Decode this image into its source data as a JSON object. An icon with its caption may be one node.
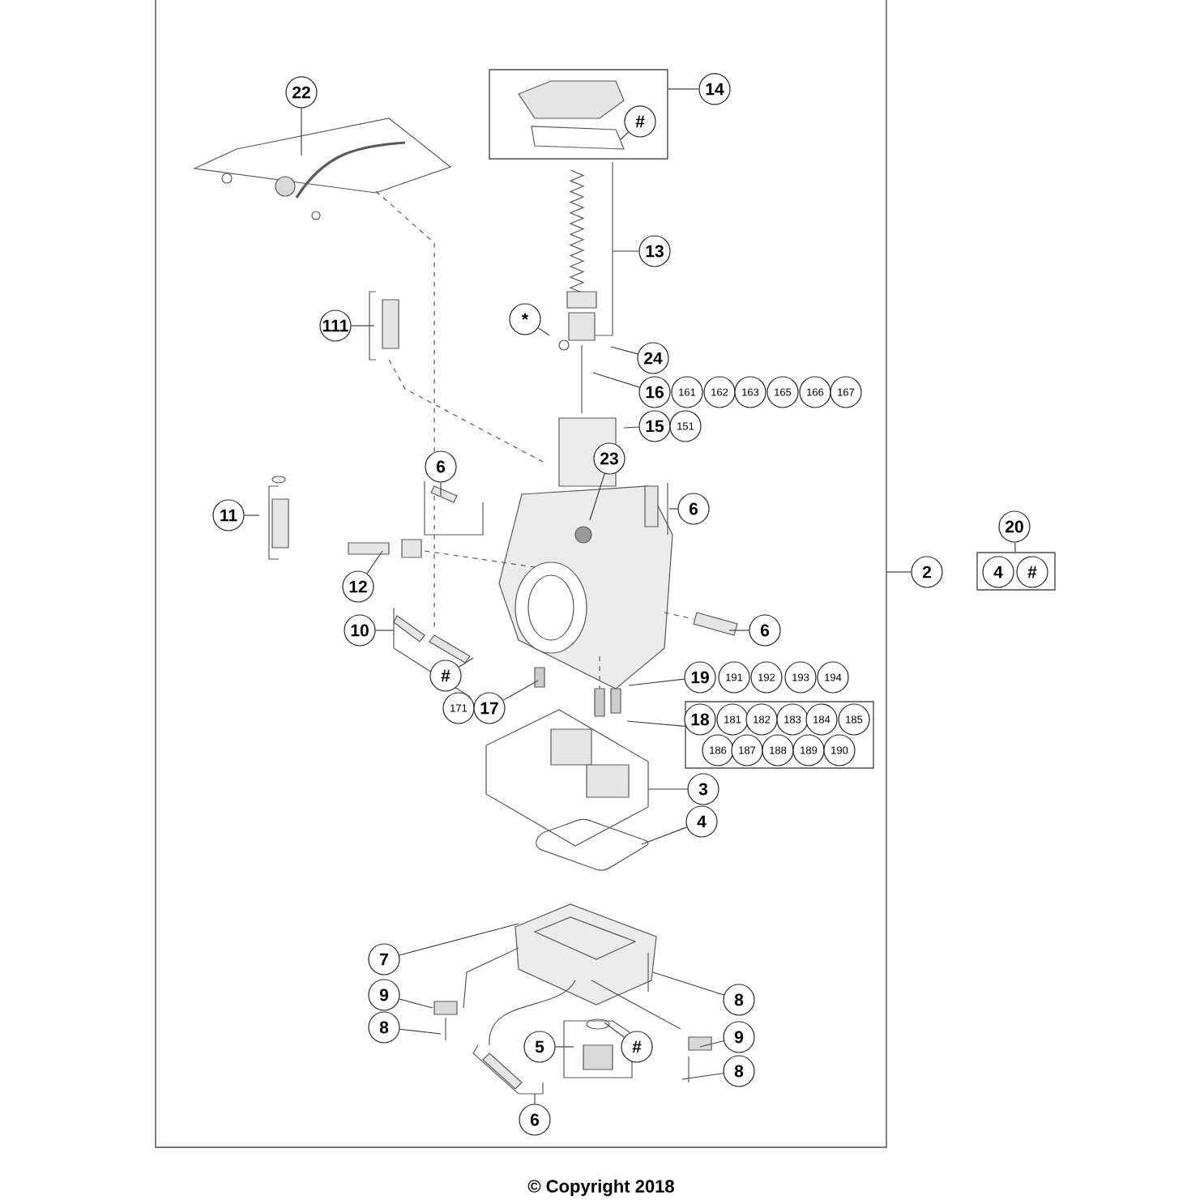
{
  "diagram": {
    "nodes": [
      {
        "text": [],
        "shape": "box"
      },
      {
        "text": [
          "22"
        ],
        "in": 0
      },
      {
        "text": [],
        "shape": "box",
        "in": 0
      },
      {
        "text": [
          "14"
        ],
        "in": 0
      },
      {
        "text": [
          "#"
        ],
        "in": 2
      },
      {
        "text": [
          "13"
        ],
        "in": 0
      },
      {
        "text": [
          "*"
        ],
        "in": 0
      },
      {
        "text": [
          "24"
        ],
        "in": 0
      },
      {
        "text": [
          "16"
        ],
        "in": 0
      },
      {
        "text": [
          "161"
        ],
        "in": 0
      },
      {
        "text": [
          "162"
        ],
        "in": 0
      },
      {
        "text": [
          "163"
        ],
        "in": 0
      },
      {
        "text": [
          "165"
        ],
        "in": 0
      },
      {
        "text": [
          "166"
        ],
        "in": 0
      },
      {
        "text": [
          "167"
        ],
        "in": 0
      },
      {
        "text": [
          "111"
        ],
        "in": 0
      },
      {
        "text": [
          "15"
        ],
        "in": 0
      },
      {
        "text": [
          "151"
        ],
        "in": 0
      },
      {
        "text": [
          "23"
        ],
        "in": 0
      },
      {
        "text": [
          "6"
        ],
        "in": 0
      },
      {
        "text": [
          "11"
        ],
        "in": 0
      },
      {
        "text": [
          "6"
        ],
        "in": 0
      },
      {
        "text": [
          "2"
        ]
      },
      {
        "text": [
          "20"
        ]
      },
      {
        "text": [],
        "shape": "box"
      },
      {
        "text": [
          "4"
        ],
        "in": 24
      },
      {
        "text": [
          "#"
        ],
        "in": 24
      },
      {
        "text": [
          "12"
        ],
        "in": 0
      },
      {
        "text": [
          "10"
        ],
        "in": 0
      },
      {
        "text": [
          "6"
        ],
        "in": 0
      },
      {
        "text": [
          "#"
        ],
        "in": 0
      },
      {
        "text": [
          "19"
        ],
        "in": 0
      },
      {
        "text": [
          "191"
        ],
        "in": 0
      },
      {
        "text": [
          "192"
        ],
        "in": 0
      },
      {
        "text": [
          "193"
        ],
        "in": 0
      },
      {
        "text": [
          "194"
        ],
        "in": 0
      },
      {
        "text": [
          "171"
        ],
        "in": 0
      },
      {
        "text": [
          "17"
        ],
        "in": 0
      },
      {
        "text": [],
        "shape": "box",
        "in": 0
      },
      {
        "text": [
          "18"
        ],
        "in": 38
      },
      {
        "text": [
          "181"
        ],
        "in": 38
      },
      {
        "text": [
          "182"
        ],
        "in": 38
      },
      {
        "text": [
          "183"
        ],
        "in": 38
      },
      {
        "text": [
          "184"
        ],
        "in": 38
      },
      {
        "text": [
          "185"
        ],
        "in": 38
      },
      {
        "text": [
          "186"
        ],
        "in": 38
      },
      {
        "text": [
          "187"
        ],
        "in": 38
      },
      {
        "text": [
          "188"
        ],
        "in": 38
      },
      {
        "text": [
          "189"
        ],
        "in": 38
      },
      {
        "text": [
          "190"
        ],
        "in": 38
      },
      {
        "text": [
          "3"
        ],
        "in": 0
      },
      {
        "text": [
          "4"
        ],
        "in": 0
      },
      {
        "text": [
          "7"
        ],
        "in": 0
      },
      {
        "text": [
          "9"
        ],
        "in": 0
      },
      {
        "text": [
          "8"
        ],
        "in": 0
      },
      {
        "text": [
          "8"
        ],
        "in": 0
      },
      {
        "text": [
          "9"
        ],
        "in": 0
      },
      {
        "text": [
          "8"
        ],
        "in": 0
      },
      {
        "text": [
          "5"
        ],
        "in": 0
      },
      {
        "text": [
          "#"
        ],
        "in": 0
      },
      {
        "text": [
          "6"
        ],
        "in": 0
      }
    ],
    "edges": [
      {
        "from": 1,
        "to": null,
        "arrow": "none"
      },
      {
        "from": 3,
        "to": 2,
        "arrow": "none"
      },
      {
        "from": 4,
        "to": null,
        "arrow": "none"
      },
      {
        "from": 5,
        "to": null,
        "arrow": "none"
      },
      {
        "from": 6,
        "to": null,
        "arrow": "none"
      },
      {
        "from": 7,
        "to": null,
        "arrow": "none"
      },
      {
        "from": 8,
        "to": null,
        "arrow": "none"
      },
      {
        "from": 15,
        "to": null,
        "arrow": "none"
      },
      {
        "from": 16,
        "to": null,
        "arrow": "none"
      },
      {
        "from": 18,
        "to": null,
        "arrow": "none"
      },
      {
        "from": 19,
        "to": null,
        "arrow": "none"
      },
      {
        "from": 20,
        "to": null,
        "arrow": "none"
      },
      {
        "from": 21,
        "to": null,
        "arrow": "none"
      },
      {
        "from": 22,
        "to": 0,
        "arrow": "none"
      },
      {
        "from": 23,
        "to": 24,
        "arrow": "none"
      },
      {
        "from": 27,
        "to": null,
        "arrow": "none"
      },
      {
        "from": 28,
        "to": null,
        "arrow": "none"
      },
      {
        "from": 29,
        "to": null,
        "arrow": "none"
      },
      {
        "from": 30,
        "to": null,
        "arrow": "none"
      },
      {
        "from": 31,
        "to": null,
        "arrow": "none"
      },
      {
        "from": 37,
        "to": null,
        "arrow": "none"
      },
      {
        "from": 38,
        "to": null,
        "arrow": "none"
      },
      {
        "from": 50,
        "to": null,
        "arrow": "none"
      },
      {
        "from": 51,
        "to": null,
        "arrow": "none"
      },
      {
        "from": 52,
        "to": null,
        "arrow": "none"
      },
      {
        "from": 53,
        "to": null,
        "arrow": "none"
      },
      {
        "from": 54,
        "to": null,
        "arrow": "none"
      },
      {
        "from": 55,
        "to": null,
        "arrow": "none"
      },
      {
        "from": 56,
        "to": null,
        "arrow": "none"
      },
      {
        "from": 57,
        "to": null,
        "arrow": "none"
      },
      {
        "from": 58,
        "to": null,
        "arrow": "none"
      },
      {
        "from": 59,
        "to": null,
        "arrow": "none"
      },
      {
        "from": 60,
        "to": null,
        "arrow": "none"
      }
    ],
    "labels": [
      "© Copyright 2018"
    ]
  }
}
